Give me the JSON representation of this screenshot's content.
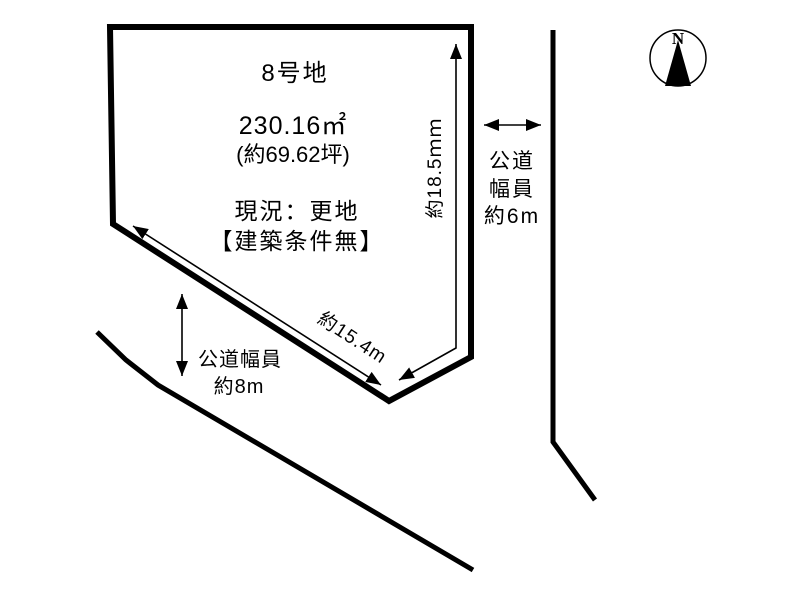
{
  "colors": {
    "ink": "#000000",
    "background": "#ffffff"
  },
  "plot": {
    "title": "8号地",
    "area_m2": "230.16㎡",
    "area_tsubo": "(約69.62坪)",
    "status": "現況：更地",
    "condition": "【建築条件無】"
  },
  "dimensions": {
    "right_edge_label": "約18.5ｍｍ",
    "bottom_edge_label": "約15.4m"
  },
  "roads": {
    "east": {
      "line1": "公道",
      "line2": "幅員",
      "line3": "約6m"
    },
    "southwest": {
      "line1": "公道幅員",
      "line2": "約8m"
    }
  },
  "compass": {
    "north_label": "N"
  }
}
